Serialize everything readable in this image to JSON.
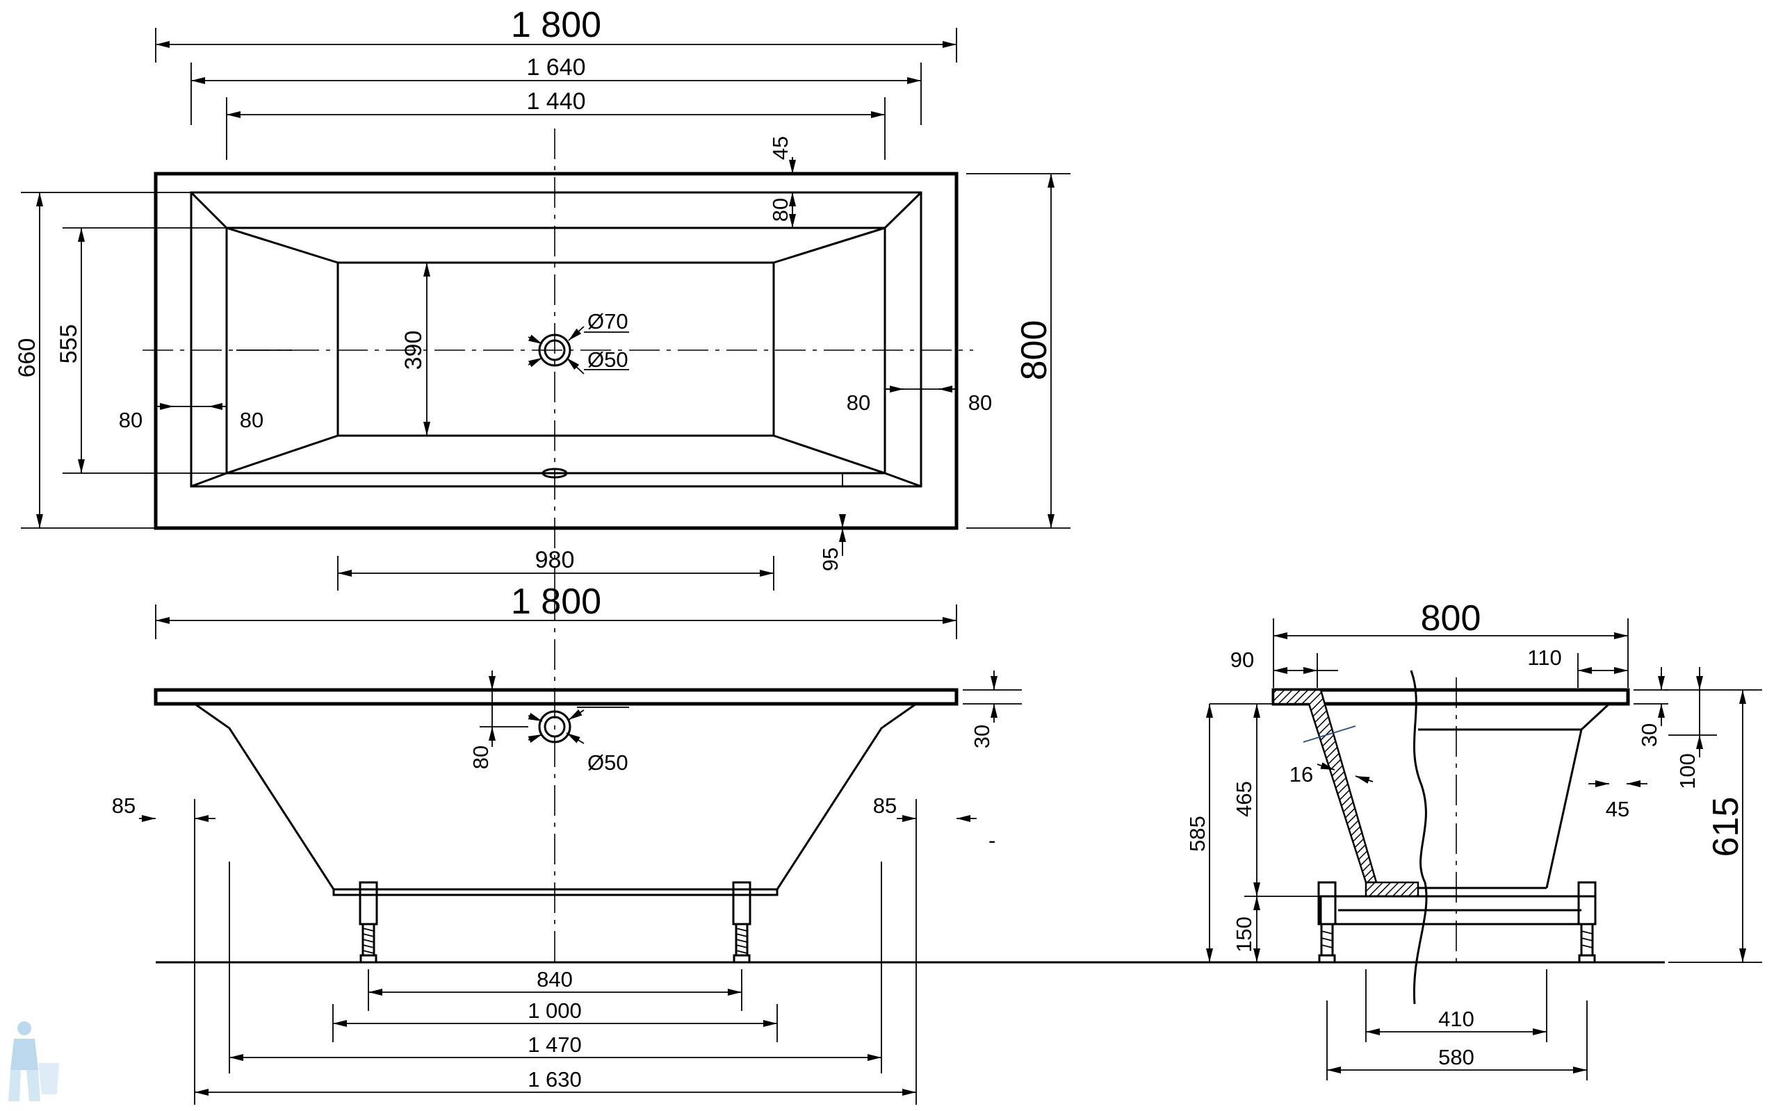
{
  "top_view": {
    "overall_length": "1 800",
    "outer_inner_length": "1 640",
    "inner_length": "1 440",
    "bottom_length": "980",
    "overall_width": "800",
    "rim_width": "660",
    "inner_width": "555",
    "bottom_width": "390",
    "rim_top": "45",
    "rim_step": "80",
    "rim_bottom": "95",
    "left_rim_outer": "80",
    "left_rim_inner": "80",
    "right_rim_inner": "80",
    "right_rim_outer": "80",
    "overflow_dia": "Ø70",
    "drain_dia": "Ø50"
  },
  "side_view": {
    "overall_length": "1 800",
    "rim_thickness": "30",
    "drain_height": "80",
    "drain_dia": "Ø50",
    "left_offset": "85",
    "right_offset": "85",
    "legs_inner": "840",
    "legs_outer": "1 000",
    "bottom_length": "1 470",
    "base_length": "1 630",
    "tick_mark": "-"
  },
  "end_view": {
    "overall_width": "800",
    "left_rim": "90",
    "right_rim": "110",
    "rim_thickness": "30",
    "rim_depth": "100",
    "wall_thickness": "16",
    "wall_offset": "45",
    "depth_inner": "465",
    "depth_total": "585",
    "leg_height": "150",
    "overall_height": "615",
    "frame_inner": "410",
    "frame_outer": "580"
  }
}
